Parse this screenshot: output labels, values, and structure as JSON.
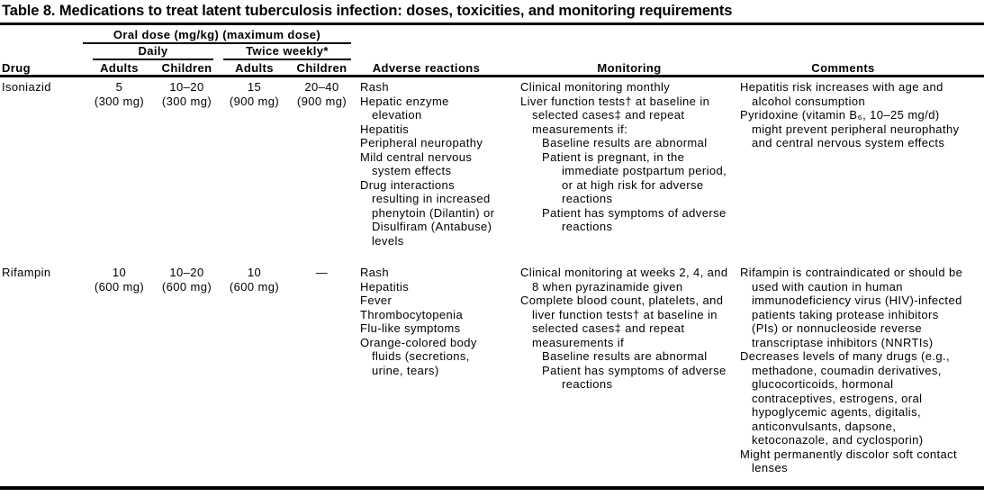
{
  "title": "Table 8. Medications to treat latent tuberculosis infection: doses, toxicities, and monitoring requirements",
  "header": {
    "dose_group": "Oral dose (mg/kg) (maximum dose)",
    "daily": "Daily",
    "twice_weekly": "Twice weekly*",
    "drug": "Drug",
    "adults_daily": "Adults",
    "children_daily": "Children",
    "adults_twice": "Adults",
    "children_twice": "Children",
    "adverse_reactions": "Adverse reactions",
    "monitoring": "Monitoring",
    "comments": "Comments"
  },
  "rows": [
    {
      "drug": "Isoniazid",
      "daily_adults": {
        "value": "5",
        "max": "(300 mg)"
      },
      "daily_children": {
        "value": "10–20",
        "max": "(300 mg)"
      },
      "twice_adults": {
        "value": "15",
        "max": "(900 mg)"
      },
      "twice_children": {
        "value": "20–40",
        "max": "(900 mg)"
      },
      "adverse": [
        {
          "text": "Rash",
          "indent": 0
        },
        {
          "text": "Hepatic enzyme elevation",
          "indent": 0
        },
        {
          "text": "Hepatitis",
          "indent": 0
        },
        {
          "text": "Peripheral neuropathy",
          "indent": 0
        },
        {
          "text": "Mild central nervous system effects",
          "indent": 0
        },
        {
          "text": "Drug interactions resulting in increased phenytoin (Dilantin) or Disulfiram (Antabuse) levels",
          "indent": 0
        }
      ],
      "monitoring": [
        {
          "text": "Clinical monitoring monthly",
          "indent": 0
        },
        {
          "text": "Liver function tests† at baseline in selected cases‡ and repeat measurements if:",
          "indent": 0
        },
        {
          "text": "Baseline results are abnormal",
          "indent": 1
        },
        {
          "text": "Patient is pregnant, in the immediate postpartum period, or at high risk for adverse reactions",
          "indent": 1
        },
        {
          "text": "Patient has symptoms of adverse reactions",
          "indent": 1
        }
      ],
      "comments": [
        {
          "text": "Hepatitis risk increases with age and alcohol consumption",
          "indent": 0
        },
        {
          "text": "Pyridoxine (vitamin B₆, 10–25 mg/d) might prevent peripheral neurophathy and central nervous system effects",
          "indent": 0
        }
      ]
    },
    {
      "drug": "Rifampin",
      "daily_adults": {
        "value": "10",
        "max": "(600 mg)"
      },
      "daily_children": {
        "value": "10–20",
        "max": "(600 mg)"
      },
      "twice_adults": {
        "value": "10",
        "max": "(600 mg)"
      },
      "twice_children": {
        "value": "—",
        "max": ""
      },
      "adverse": [
        {
          "text": "Rash",
          "indent": 0
        },
        {
          "text": "Hepatitis",
          "indent": 0
        },
        {
          "text": "Fever",
          "indent": 0
        },
        {
          "text": "Thrombocytopenia",
          "indent": 0
        },
        {
          "text": "Flu-like symptoms",
          "indent": 0
        },
        {
          "text": "Orange-colored body fluids (secretions, urine, tears)",
          "indent": 0
        }
      ],
      "monitoring": [
        {
          "text": "Clinical monitoring at weeks 2, 4, and 8 when pyrazinamide given",
          "indent": 0
        },
        {
          "text": "Complete blood count, platelets, and liver function tests† at baseline in selected cases‡ and repeat measurements if",
          "indent": 0
        },
        {
          "text": "Baseline results are abnormal",
          "indent": 1
        },
        {
          "text": "Patient has symptoms of adverse reactions",
          "indent": 1
        }
      ],
      "comments": [
        {
          "text": "Rifampin is contraindicated or should be used with caution in human immunodeficiency virus (HIV)-infected patients taking protease inhibitors (PIs) or nonnucleoside reverse transcriptase inhibitors (NNRTIs)",
          "indent": 0
        },
        {
          "text": "Decreases levels of many drugs (e.g., methadone, coumadin derivatives, glucocorticoids, hormonal contraceptives, estrogens, oral hypoglycemic agents, digitalis, anticonvulsants, dapsone, ketoconazole, and cyclosporin)",
          "indent": 0
        },
        {
          "text": "Might permanently discolor soft contact lenses",
          "indent": 0
        }
      ]
    }
  ],
  "colors": {
    "text": "#000000",
    "background": "#ffffff",
    "rule": "#000000"
  }
}
